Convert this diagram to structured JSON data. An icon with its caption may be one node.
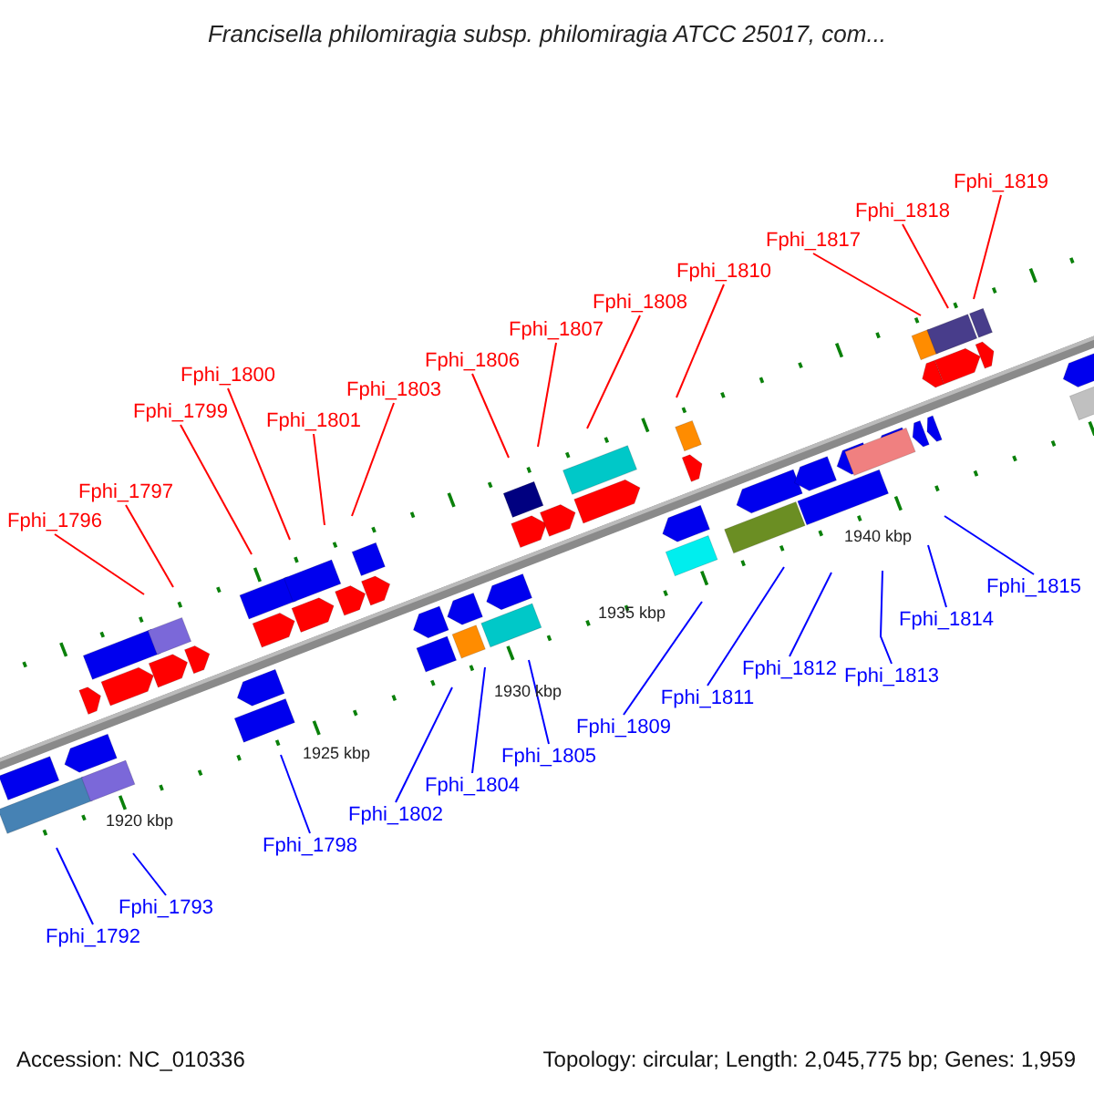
{
  "diagram": {
    "title": "Francisella philomiragia subsp. philomiragia ATCC 25017, com...",
    "nodes": [
      {
        "text": [
          "Fphi_1819"
        ]
      },
      {
        "text": [
          "Fphi_1818"
        ]
      },
      {
        "text": [
          "Fphi_1817"
        ]
      },
      {
        "text": [
          "Fphi_1810"
        ]
      },
      {
        "text": [
          "Fphi_1808"
        ]
      },
      {
        "text": [
          "Fphi_1807"
        ]
      },
      {
        "text": [
          "Fphi_1806"
        ]
      },
      {
        "text": [
          "Fphi_1803"
        ]
      },
      {
        "text": [
          "Fphi_1800"
        ]
      },
      {
        "text": [
          "Fphi_1801"
        ]
      },
      {
        "text": [
          "Fphi_1799"
        ]
      },
      {
        "text": [
          "Fphi_1797"
        ]
      },
      {
        "text": [
          "Fphi_1796"
        ]
      },
      {
        "text": [
          "Fphi_1815"
        ]
      },
      {
        "text": [
          "Fphi_1814"
        ]
      },
      {
        "text": [
          "Fphi_1812"
        ]
      },
      {
        "text": [
          "Fphi_1813"
        ]
      },
      {
        "text": [
          "Fphi_1811"
        ]
      },
      {
        "text": [
          "Fphi_1809"
        ]
      },
      {
        "text": [
          "Fphi_1805"
        ]
      },
      {
        "text": [
          "Fphi_1804"
        ]
      },
      {
        "text": [
          "Fphi_1802"
        ]
      },
      {
        "text": [
          "Fphi_1798"
        ]
      },
      {
        "text": [
          "Fphi_1793"
        ]
      },
      {
        "text": [
          "Fphi_1792"
        ]
      }
    ],
    "edges": [
      {
        "from": 0,
        "to": null,
        "arrow": "none"
      },
      {
        "from": 1,
        "to": null,
        "arrow": "none"
      },
      {
        "from": 2,
        "to": null,
        "arrow": "none"
      },
      {
        "from": 3,
        "to": null,
        "arrow": "none"
      },
      {
        "from": 4,
        "to": null,
        "arrow": "none"
      },
      {
        "from": 5,
        "to": null,
        "arrow": "none"
      },
      {
        "from": 6,
        "to": null,
        "arrow": "none"
      },
      {
        "from": 7,
        "to": null,
        "arrow": "none"
      },
      {
        "from": 8,
        "to": null,
        "arrow": "none"
      },
      {
        "from": 9,
        "to": null,
        "arrow": "none"
      },
      {
        "from": 10,
        "to": null,
        "arrow": "none"
      },
      {
        "from": 11,
        "to": null,
        "arrow": "none"
      },
      {
        "from": 12,
        "to": null,
        "arrow": "none"
      },
      {
        "from": 13,
        "to": null,
        "arrow": "none",
        "color": "#0000ff"
      },
      {
        "from": 14,
        "to": null,
        "arrow": "none",
        "color": "#0000ff"
      },
      {
        "from": 15,
        "to": null,
        "arrow": "none",
        "color": "#0000ff"
      },
      {
        "from": 16,
        "to": null,
        "arrow": "none",
        "color": "#0000ff"
      },
      {
        "from": 17,
        "to": null,
        "arrow": "none",
        "color": "#0000ff"
      },
      {
        "from": 18,
        "to": null,
        "arrow": "none",
        "color": "#0000ff"
      },
      {
        "from": 19,
        "to": null,
        "arrow": "none",
        "color": "#0000ff"
      },
      {
        "from": 20,
        "to": null,
        "arrow": "none",
        "color": "#0000ff"
      },
      {
        "from": 21,
        "to": null,
        "arrow": "none",
        "color": "#0000ff"
      },
      {
        "from": 22,
        "to": null,
        "arrow": "none",
        "color": "#0000ff"
      },
      {
        "from": 23,
        "to": null,
        "arrow": "none",
        "color": "#0000ff"
      },
      {
        "from": 24,
        "to": null,
        "arrow": "none",
        "color": "#0000ff"
      }
    ],
    "labels": [
      "1940 kbp",
      "1935 kbp",
      "1930 kbp",
      "1925 kbp",
      "1920 kbp",
      "Accession: NC_010336",
      "Topology: circular; Length: 2,045,775 bp; Genes: 1,959"
    ]
  }
}
